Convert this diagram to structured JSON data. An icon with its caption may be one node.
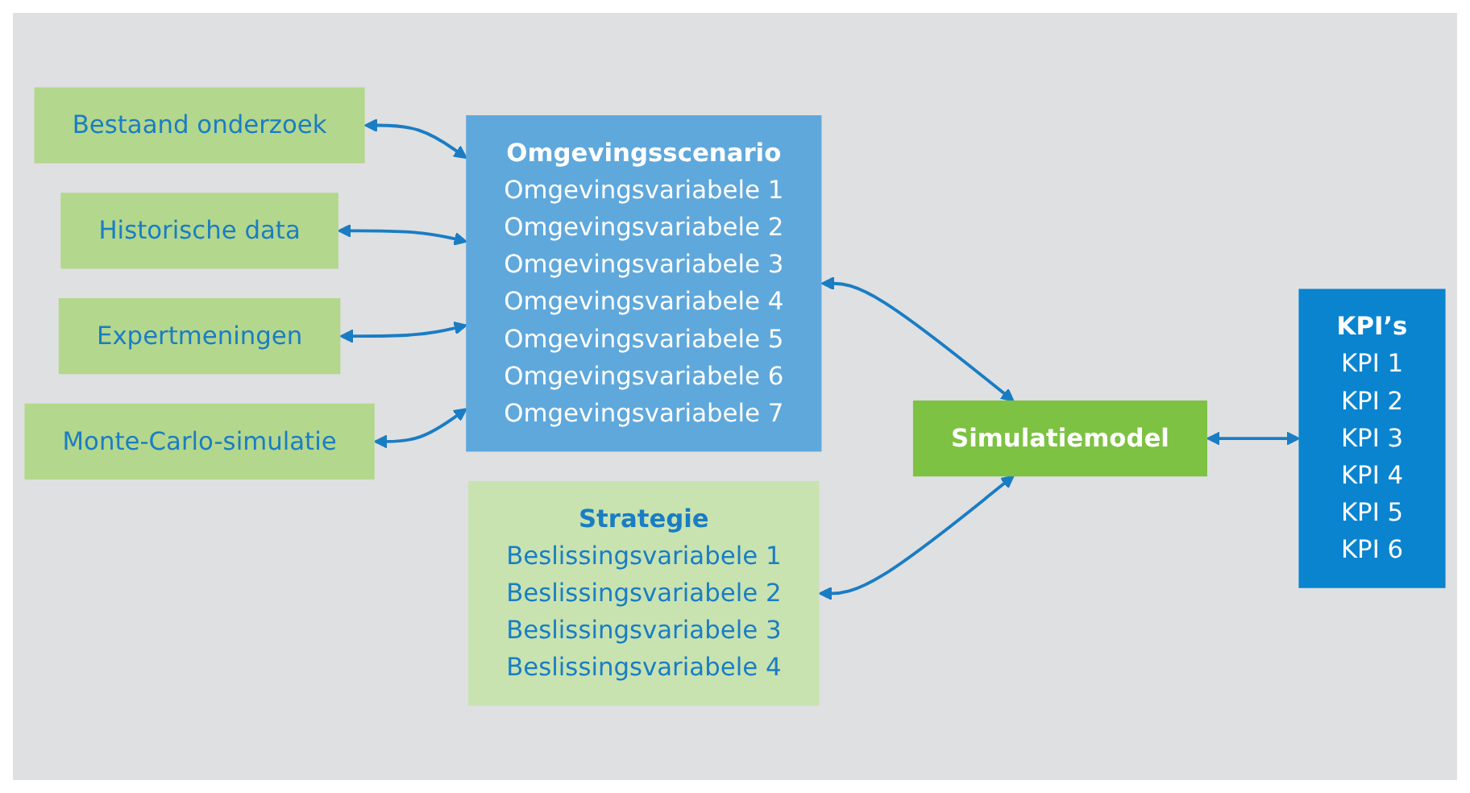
{
  "diagram": {
    "nodes": [
      {
        "text": [
          "Strategie",
          "Beslissingsvariabele 1",
          "Beslissingsvariabele 2",
          "Beslissingsvariabele 3",
          "Beslissingsvariabele 4"
        ]
      },
      {
        "text": [
          "Bestaand onderzoek"
        ]
      },
      {
        "text": [
          "Historische data"
        ]
      },
      {
        "text": [
          "Expertmeningen"
        ]
      },
      {
        "text": [
          "Monte-Carlo-simulatie"
        ]
      },
      {
        "text": [
          "Omgevingsscenario",
          "Omgevingsvariabele 1",
          "Omgevingsvariabele 2",
          "Omgevingsvariabele 3",
          "Omgevingsvariabele 4",
          "Omgevingsvariabele 5",
          "Omgevingsvariabele 6",
          "Omgevingsvariabele 7"
        ]
      },
      {
        "text": [
          "Simulatiemodel"
        ]
      },
      {
        "text": [
          "KPI’s",
          "KPI 1",
          "KPI 2",
          "KPI 3",
          "KPI 4",
          "KPI 5",
          "KPI 6"
        ]
      }
    ],
    "edges": [
      {
        "from": 1,
        "to": 5,
        "arrow": "both"
      },
      {
        "from": 2,
        "to": 5,
        "arrow": "both"
      },
      {
        "from": 3,
        "to": 5,
        "arrow": "both"
      },
      {
        "from": 4,
        "to": 5,
        "arrow": "both"
      },
      {
        "from": 5,
        "to": 6,
        "arrow": "both"
      },
      {
        "from": 0,
        "to": 6,
        "arrow": "both"
      },
      {
        "from": 6,
        "to": 7,
        "arrow": "both"
      }
    ]
  }
}
